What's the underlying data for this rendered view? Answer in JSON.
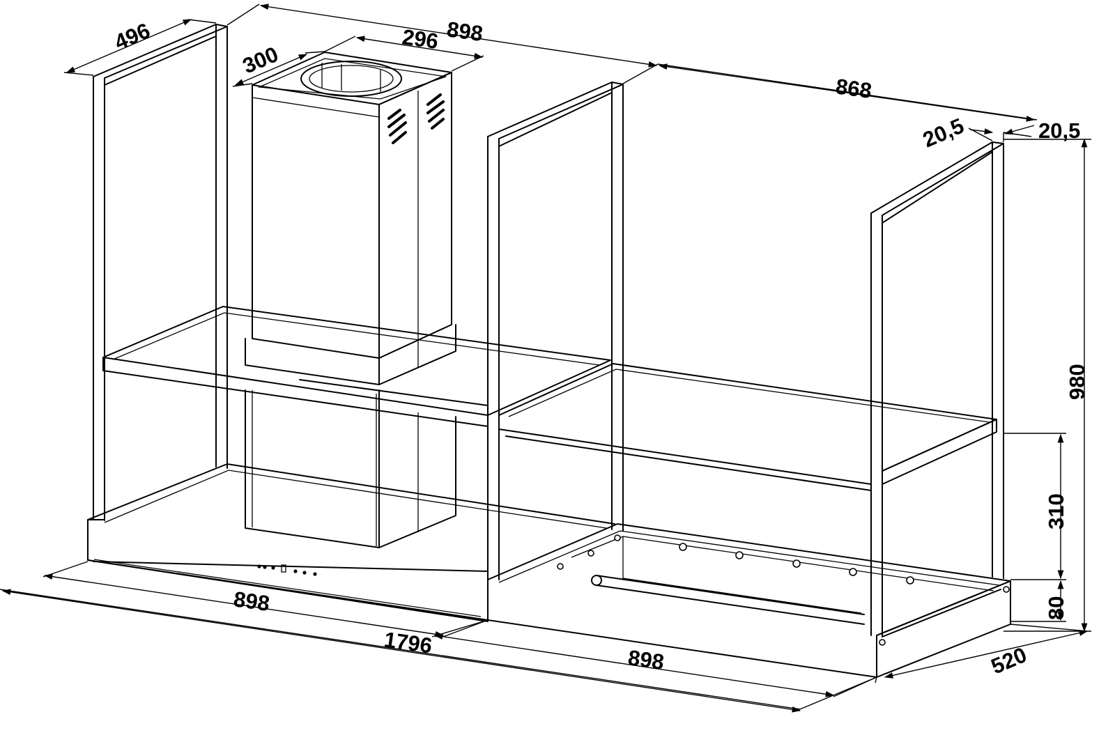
{
  "diagram": {
    "dimensions": {
      "top_left_depth": "496",
      "top_width_left": "898",
      "chimney_depth": "300",
      "chimney_width": "296",
      "top_width_right": "868",
      "right_offset_a": "20,5",
      "right_offset_b": "20,5",
      "total_height": "980",
      "glass_height": "310",
      "base_height": "80",
      "bottom_depth": "520",
      "front_width_left": "898",
      "front_width_total": "1796",
      "front_width_right": "898"
    }
  }
}
